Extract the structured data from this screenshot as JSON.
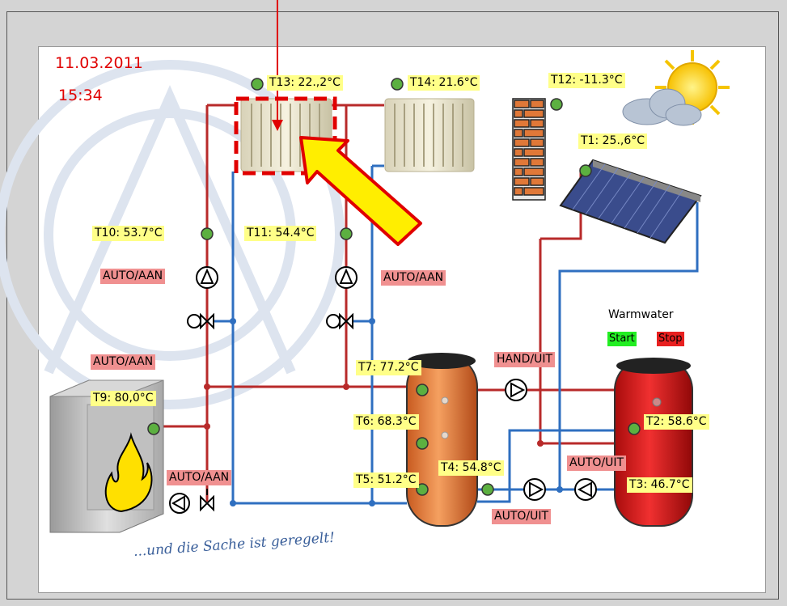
{
  "header": {
    "date": "11.03.2011",
    "time": "15:34"
  },
  "sensors": {
    "t1": "T1: 25.,6°C",
    "t2": "T2: 58.6°C",
    "t3": "T3: 46.7°C",
    "t4": "T4: 54.8°C",
    "t5": "T5: 51.2°C",
    "t6": "T6: 68.3°C",
    "t7": "T7: 77.2°C",
    "t9": "T9: 80,0°C",
    "t10": "T10: 53.7°C",
    "t11": "T11: 54.4°C",
    "t12": "T12: -11.3°C",
    "t13": "T13: 22.,2°C",
    "t14": "T14: 21.6°C"
  },
  "modes": {
    "pump_left_circuit": "AUTO/AAN",
    "pump_right_circuit": "AUTO/AAN",
    "boiler": "AUTO/AAN",
    "boiler_pump": "AUTO/AAN",
    "buffer_pump": "HAND/UIT",
    "solar_pump": "AUTO/UIT",
    "warmwater_pump": "AUTO/UIT"
  },
  "warmwater": {
    "title": "Warmwater",
    "start": "Start",
    "stop": "Stop"
  },
  "slogan": "...und die Sache ist geregelt!",
  "colors": {
    "hot_pipe": "#b82a2a",
    "cold_pipe": "#2f6fc0",
    "sensor": "#5cb040",
    "highlight": "#e00000",
    "arrow": "#ffee00"
  }
}
